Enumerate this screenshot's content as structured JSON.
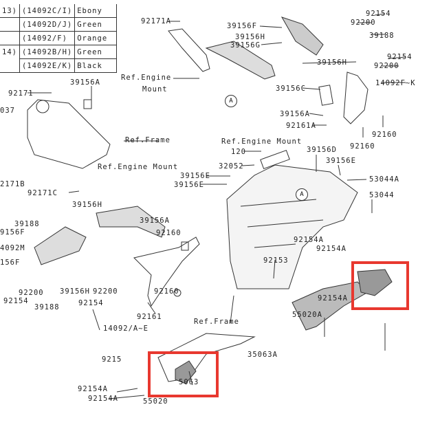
{
  "color_table": {
    "rows": [
      {
        "model": "13)",
        "code": "(14092C/I)",
        "color": "Ebony"
      },
      {
        "model": "",
        "code": "(14092D/J)",
        "color": "Green"
      },
      {
        "model": "",
        "code": "(14092/F)",
        "color": "Orange"
      },
      {
        "model": "14)",
        "code": "(14092B/H)",
        "color": "Green"
      },
      {
        "model": "",
        "code": "(14092E/K)",
        "color": "Black"
      }
    ]
  },
  "labels": [
    "92171A",
    "39156F",
    "39156H",
    "39156G",
    "92154",
    "92200",
    "39188",
    "92154",
    "92200",
    "39156H",
    "14092F~K",
    "39156C",
    "39156A",
    "92161A",
    "92160",
    "92160",
    "Ref.Engine",
    "Mount",
    "39156A",
    "92171",
    "037",
    "Ref.Frame",
    "2171B",
    "92171C",
    "Ref.Engine Mount",
    "39156E",
    "39156E",
    "39156H",
    "Ref.Engine Mount",
    "120",
    "32052",
    "39156D",
    "39156E",
    "53044A",
    "53044",
    "39188",
    "9156F",
    "4092M",
    "156F",
    "92200",
    "92154",
    "39188",
    "39156H",
    "92200",
    "92154",
    "39156A",
    "92160",
    "92160",
    "92161",
    "14092/A~E",
    "Ref.Frame",
    "92154A",
    "92154A",
    "92153",
    "92154A",
    "55020A",
    "35063A",
    "9215",
    "5063",
    "92154A",
    "92154A",
    "55020"
  ],
  "markers": [
    "A",
    "A"
  ],
  "highlight_color": "#e8382f"
}
